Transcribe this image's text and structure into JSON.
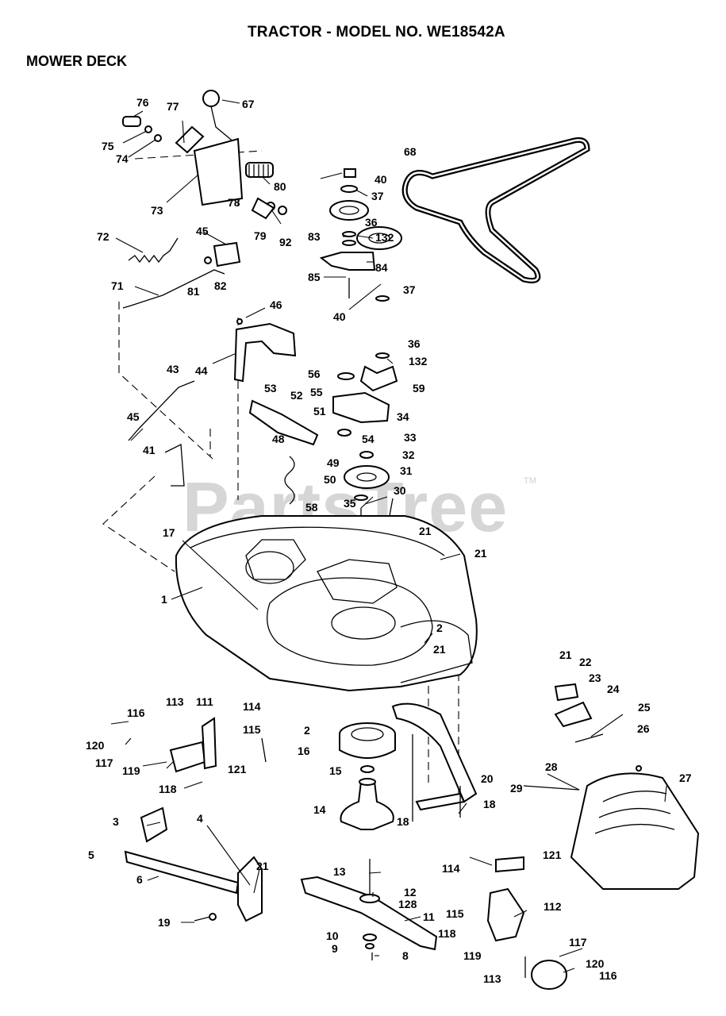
{
  "header": {
    "title": "TRACTOR - MODEL NO. WE18542A",
    "subtitle": "MOWER DECK"
  },
  "watermark": {
    "text": "PartsTree",
    "trademark": "TM"
  },
  "callouts": [
    "76",
    "77",
    "67",
    "75",
    "74",
    "73",
    "78",
    "80",
    "79",
    "92",
    "72",
    "45",
    "82",
    "81",
    "71",
    "43",
    "44",
    "46",
    "45",
    "41",
    "17",
    "1",
    "68",
    "40",
    "37",
    "36",
    "83",
    "132",
    "84",
    "85",
    "37",
    "40",
    "36",
    "132",
    "56",
    "55",
    "59",
    "53",
    "52",
    "51",
    "34",
    "48",
    "54",
    "33",
    "32",
    "49",
    "50",
    "31",
    "58",
    "35",
    "30",
    "21",
    "21",
    "2",
    "21",
    "21",
    "22",
    "23",
    "24",
    "25",
    "26",
    "113",
    "111",
    "114",
    "116",
    "115",
    "120",
    "117",
    "119",
    "118",
    "121",
    "2",
    "16",
    "15",
    "20",
    "14",
    "18",
    "18",
    "29",
    "28",
    "27",
    "3",
    "4",
    "5",
    "6",
    "21",
    "19",
    "13",
    "12",
    "128",
    "11",
    "10",
    "9",
    "8",
    "114",
    "121",
    "115",
    "112",
    "118",
    "119",
    "117",
    "120",
    "113",
    "116"
  ]
}
